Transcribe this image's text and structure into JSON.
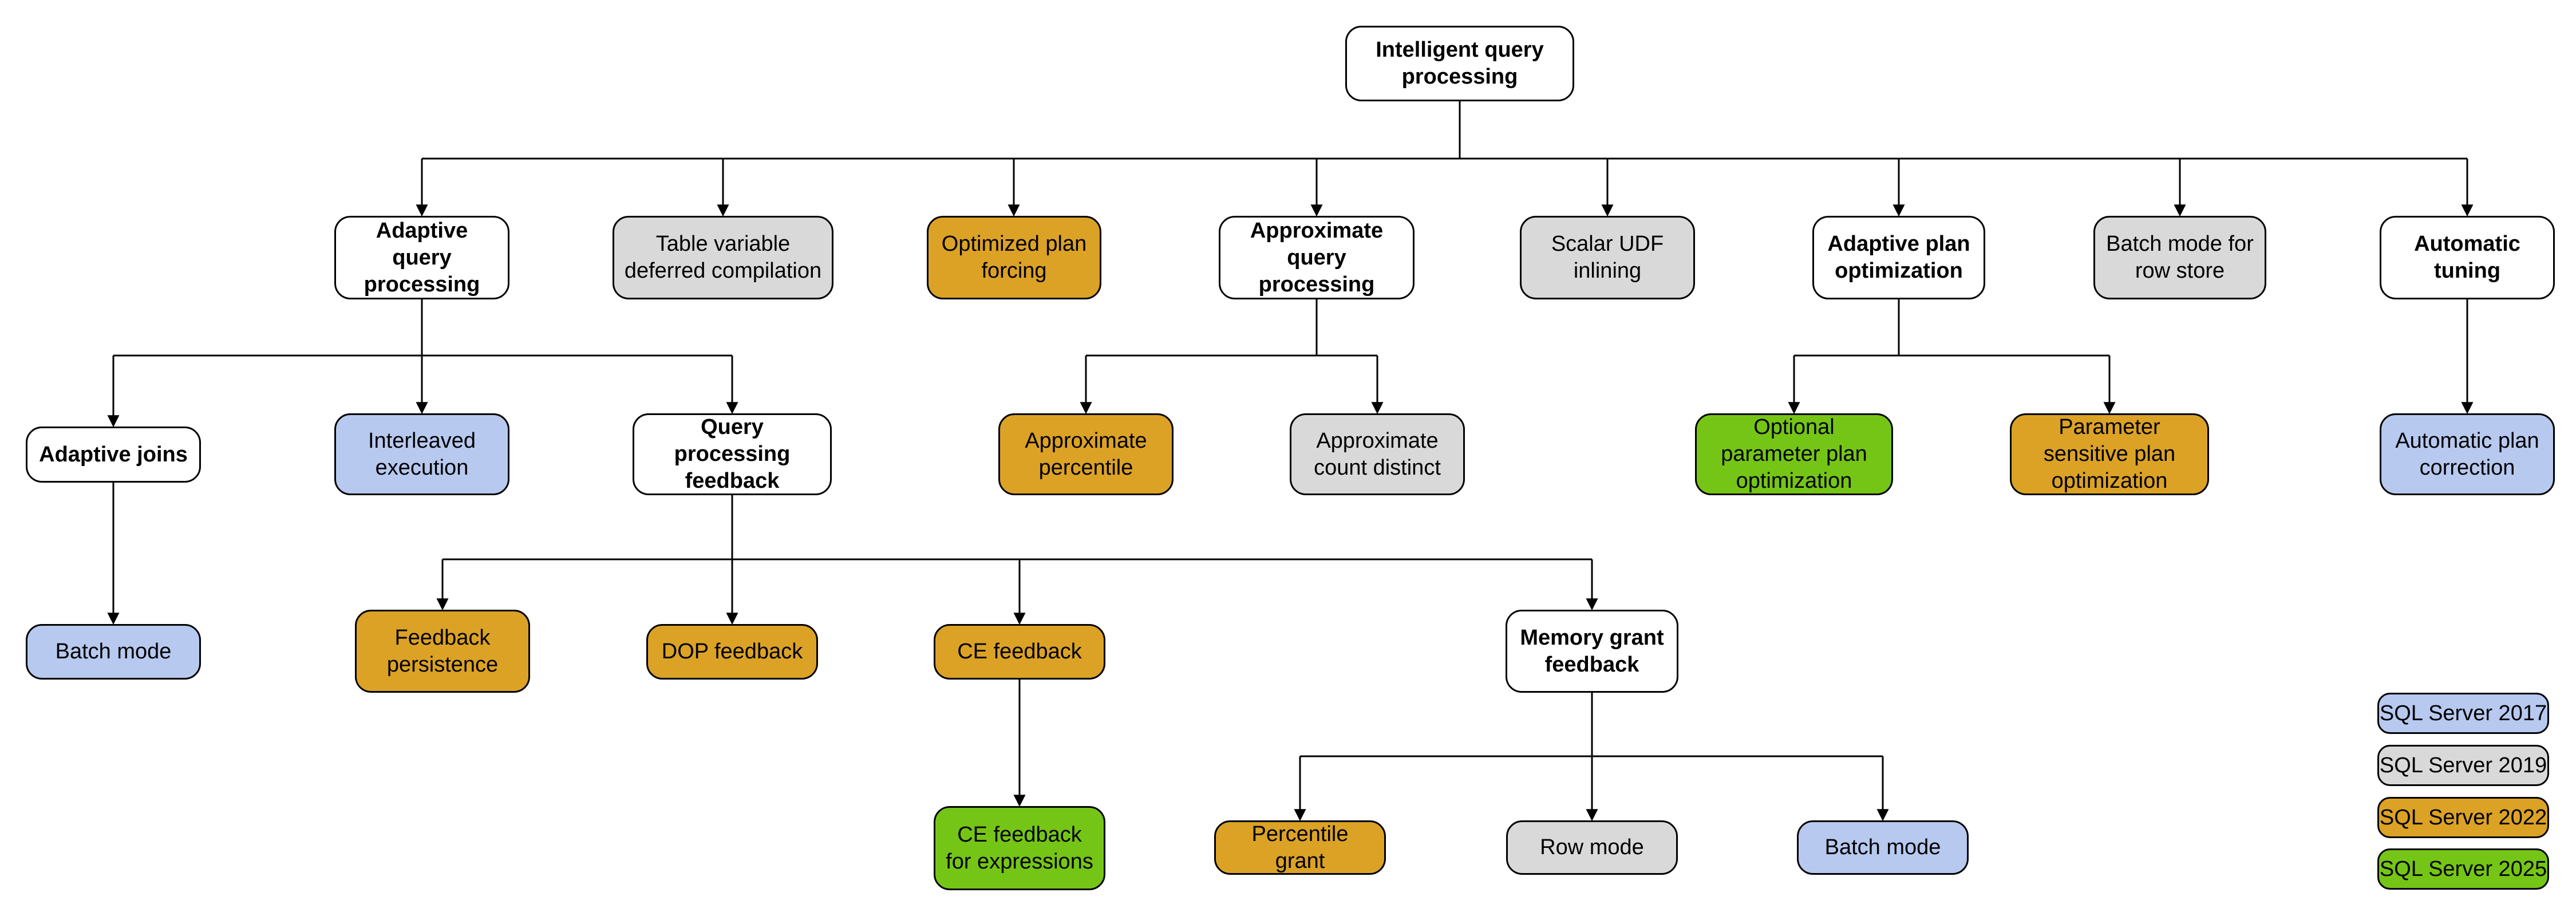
{
  "colors": {
    "node_border": "#000000",
    "node_default": "#FFFFFF",
    "sql_server_2017": "#B7C9EF",
    "sql_server_2019": "#D9D9D9",
    "sql_server_2022": "#DBA226",
    "sql_server_2025": "#75C517"
  },
  "nodes": {
    "root": {
      "label": "Intelligent query processing",
      "version": null
    },
    "adaptive_query_processing": {
      "label": "Adaptive query processing",
      "version": null
    },
    "table_variable_deferred_compilation": {
      "label": "Table variable deferred compilation",
      "version": "SQL Server 2019"
    },
    "optimized_plan_forcing": {
      "label": "Optimized plan forcing",
      "version": "SQL Server 2022"
    },
    "approximate_query_processing": {
      "label": "Approximate query processing",
      "version": null
    },
    "scalar_udf_inlining": {
      "label": "Scalar UDF inlining",
      "version": "SQL Server 2019"
    },
    "adaptive_plan_optimization": {
      "label": "Adaptive plan optimization",
      "version": null
    },
    "batch_mode_for_row_store": {
      "label": "Batch mode for row store",
      "version": "SQL Server 2019"
    },
    "automatic_tuning": {
      "label": "Automatic tuning",
      "version": null
    },
    "adaptive_joins": {
      "label": "Adaptive joins",
      "version": null
    },
    "interleaved_execution": {
      "label": "Interleaved execution",
      "version": "SQL Server 2017"
    },
    "query_processing_feedback": {
      "label": "Query processing feedback",
      "version": null
    },
    "approximate_percentile": {
      "label": "Approximate percentile",
      "version": "SQL Server 2022"
    },
    "approximate_count_distinct": {
      "label": "Approximate count distinct",
      "version": "SQL Server 2019"
    },
    "optional_parameter_plan_optimization": {
      "label": "Optional parameter plan optimization",
      "version": "SQL Server 2025"
    },
    "parameter_sensitive_plan_optimization": {
      "label": "Parameter sensitive plan optimization",
      "version": "SQL Server 2022"
    },
    "automatic_plan_correction": {
      "label": "Automatic plan correction",
      "version": "SQL Server 2017"
    },
    "batch_mode_adaptive_joins": {
      "label": "Batch mode",
      "version": "SQL Server 2017"
    },
    "feedback_persistence": {
      "label": "Feedback persistence",
      "version": "SQL Server 2022"
    },
    "dop_feedback": {
      "label": "DOP feedback",
      "version": "SQL Server 2022"
    },
    "ce_feedback": {
      "label": "CE feedback",
      "version": "SQL Server 2022"
    },
    "memory_grant_feedback": {
      "label": "Memory grant feedback",
      "version": null
    },
    "ce_feedback_for_expressions": {
      "label": "CE feedback for expressions",
      "version": "SQL Server 2025"
    },
    "percentile_grant": {
      "label": "Percentile grant",
      "version": "SQL Server 2022"
    },
    "row_mode": {
      "label": "Row mode",
      "version": "SQL Server 2019"
    },
    "batch_mode_memory_grant": {
      "label": "Batch mode",
      "version": "SQL Server 2017"
    }
  },
  "legend": {
    "items": [
      {
        "label": "SQL Server 2017",
        "color": "#B7C9EF"
      },
      {
        "label": "SQL Server 2019",
        "color": "#D9D9D9"
      },
      {
        "label": "SQL Server 2022",
        "color": "#DBA226"
      },
      {
        "label": "SQL Server 2025",
        "color": "#75C517"
      }
    ]
  }
}
